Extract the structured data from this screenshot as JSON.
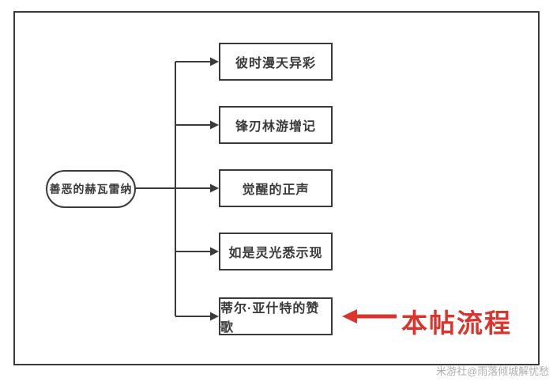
{
  "diagram": {
    "root": {
      "label": "善恶的赫瓦雷纳"
    },
    "children": [
      {
        "label": "彼时漫天异彩"
      },
      {
        "label": "锋刃林游增记"
      },
      {
        "label": "觉醒的正声"
      },
      {
        "label": "如是灵光悉示现"
      },
      {
        "label": "蒂尔·亚什特的赞歌"
      }
    ],
    "annotation": {
      "label": "本帖流程",
      "color": "#d9352c",
      "points_to": "蒂尔·亚什特的赞歌"
    },
    "colors": {
      "line": "#3a3a3a",
      "box_border": "#3a3a3a",
      "text": "#3a3a3a",
      "annotation_red": "#d9352c",
      "watermark_gray": "#a6a6a6"
    }
  },
  "watermark": {
    "text": "米游社@雨落倾城解忧愁"
  }
}
